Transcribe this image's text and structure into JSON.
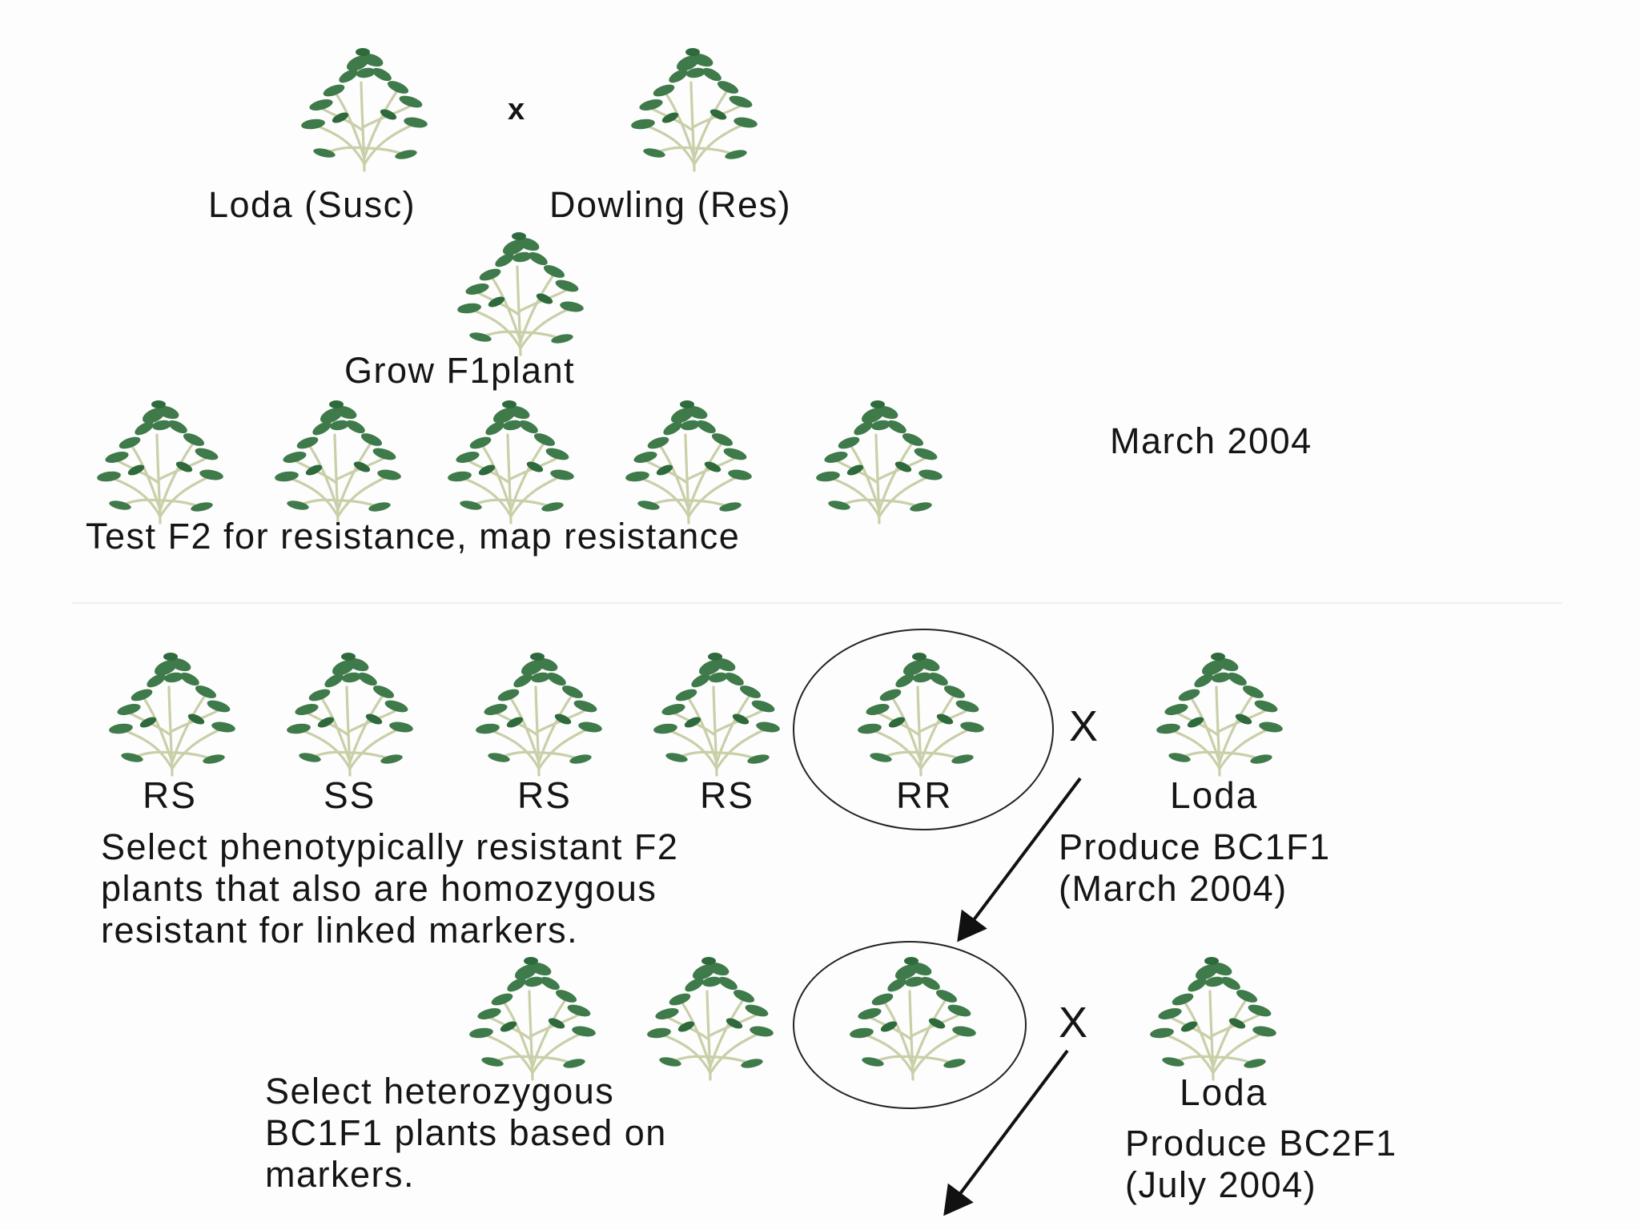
{
  "parents": {
    "susceptible_label": "Loda (Susc)",
    "resistant_label": "Dowling (Res)",
    "cross_symbol": "x"
  },
  "f1": {
    "label": "Grow F1plant"
  },
  "f2": {
    "label": "Test F2 for resistance, map resistance",
    "date": "March 2004"
  },
  "selection_f2": {
    "genotypes": [
      "RS",
      "SS",
      "RS",
      "RS",
      "RR"
    ],
    "cross_symbol": "X",
    "backcross_parent": "Loda",
    "instruction_lines": [
      "Select phenotypically resistant F2",
      "plants that also are homozygous",
      "resistant for linked markers."
    ],
    "produce_lines": [
      "Produce BC1F1",
      "(March 2004)"
    ]
  },
  "selection_bc1": {
    "cross_symbol": "X",
    "backcross_parent": "Loda",
    "instruction_lines": [
      "Select heterozygous",
      "BC1F1 plants based on",
      "markers."
    ],
    "produce_lines": [
      "Produce BC2F1",
      "(July 2004)"
    ]
  },
  "colors": {
    "leaf": "#3f7a4a",
    "leaf_dark": "#2f6a3c",
    "stem": "#c9cfa8",
    "text": "#151515"
  },
  "icons": {
    "plant": "plant-icon",
    "arrow": "arrow-icon"
  }
}
